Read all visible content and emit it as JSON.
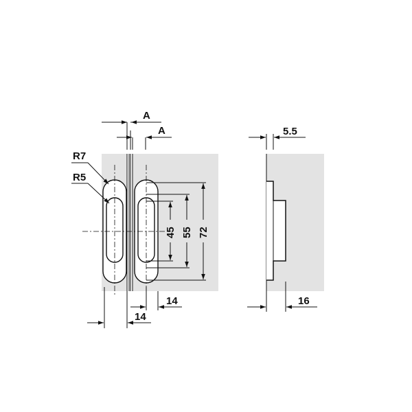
{
  "drawing": {
    "labels": {
      "radius_outer": "R7",
      "radius_inner": "R5",
      "section_a_top": "A",
      "section_a_bottom": "A",
      "dim_45": "45",
      "dim_55": "55",
      "dim_72": "72",
      "dim_14_right": "14",
      "dim_14_bottom": "14",
      "dim_5_5": "5.5",
      "dim_16": "16"
    },
    "colors": {
      "panel": "#e3e3e3",
      "line": "#111111"
    }
  }
}
